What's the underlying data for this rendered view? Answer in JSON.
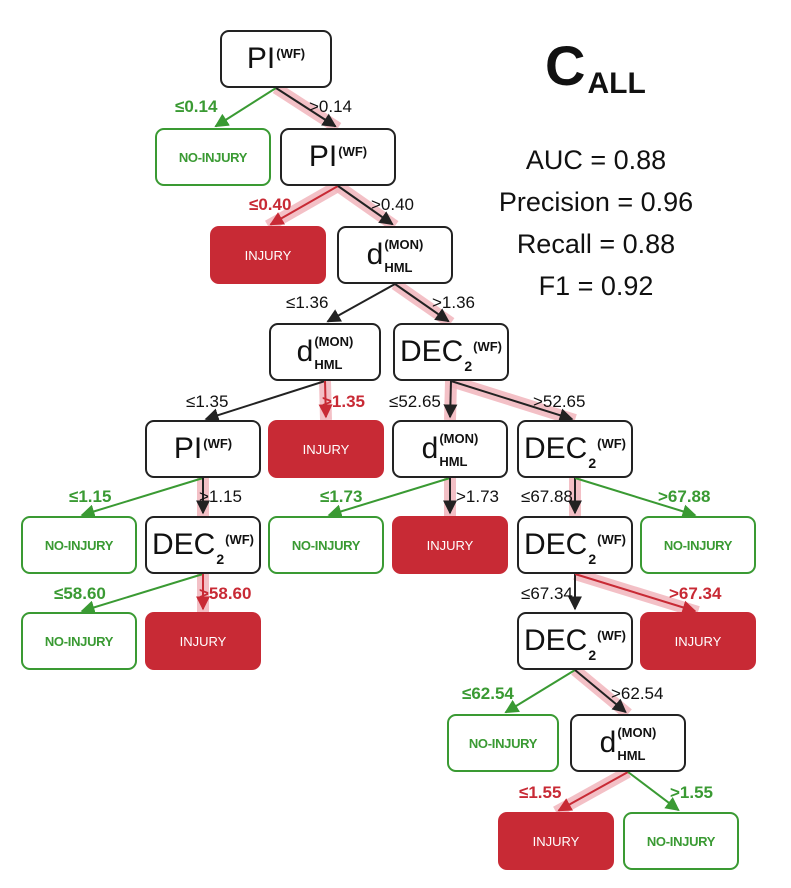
{
  "title": {
    "main": "C",
    "sub": "ALL"
  },
  "metrics": [
    "AUC = 0.88",
    "Precision = 0.96",
    "Recall = 0.88",
    "F1 = 0.92"
  ],
  "leaf_labels": {
    "no_injury": "NO-INJURY",
    "injury": "INJURY"
  },
  "colors": {
    "injury": "#c82a35",
    "no_injury": "#3a9a33",
    "path_highlight": "#f2b6bd",
    "edge": "#222222"
  },
  "nodes": [
    {
      "id": "n1",
      "kind": "split",
      "base": "PI",
      "sup": "(WF)"
    },
    {
      "id": "n2",
      "kind": "no_injury"
    },
    {
      "id": "n3",
      "kind": "split",
      "base": "PI",
      "sup": "(WF)"
    },
    {
      "id": "n4",
      "kind": "injury"
    },
    {
      "id": "n5",
      "kind": "split",
      "base": "d",
      "sup": "(MON)",
      "sub": "HML"
    },
    {
      "id": "n6",
      "kind": "split",
      "base": "d",
      "sup": "(MON)",
      "sub": "HML"
    },
    {
      "id": "n7",
      "kind": "split",
      "base": "DEC",
      "sub": "2",
      "sup": "(WF)"
    },
    {
      "id": "n8",
      "kind": "split",
      "base": "PI",
      "sup": "(WF)"
    },
    {
      "id": "n9",
      "kind": "injury"
    },
    {
      "id": "n10",
      "kind": "split",
      "base": "d",
      "sup": "(MON)",
      "sub": "HML"
    },
    {
      "id": "n11",
      "kind": "split",
      "base": "DEC",
      "sub": "2",
      "sup": "(WF)"
    },
    {
      "id": "n12",
      "kind": "no_injury"
    },
    {
      "id": "n13",
      "kind": "split",
      "base": "DEC",
      "sub": "2",
      "sup": "(WF)"
    },
    {
      "id": "n14",
      "kind": "no_injury"
    },
    {
      "id": "n15",
      "kind": "injury"
    },
    {
      "id": "n16",
      "kind": "split",
      "base": "DEC",
      "sub": "2",
      "sup": "(WF)"
    },
    {
      "id": "n17",
      "kind": "no_injury"
    },
    {
      "id": "n18",
      "kind": "no_injury"
    },
    {
      "id": "n19",
      "kind": "injury"
    },
    {
      "id": "n20",
      "kind": "split",
      "base": "DEC",
      "sub": "2",
      "sup": "(WF)"
    },
    {
      "id": "n21",
      "kind": "injury"
    },
    {
      "id": "n22",
      "kind": "no_injury"
    },
    {
      "id": "n23",
      "kind": "split",
      "base": "d",
      "sup": "(MON)",
      "sub": "HML"
    },
    {
      "id": "n24",
      "kind": "injury"
    },
    {
      "id": "n25",
      "kind": "no_injury"
    }
  ],
  "edges": [
    {
      "from": "n1",
      "to": "n2",
      "label": "≤0.14",
      "tone": "green",
      "highlight": false
    },
    {
      "from": "n1",
      "to": "n3",
      "label": ">0.14",
      "tone": "black",
      "highlight": true
    },
    {
      "from": "n3",
      "to": "n4",
      "label": "≤0.40",
      "tone": "red",
      "highlight": true
    },
    {
      "from": "n3",
      "to": "n5",
      "label": ">0.40",
      "tone": "black",
      "highlight": true
    },
    {
      "from": "n5",
      "to": "n6",
      "label": "≤1.36",
      "tone": "black",
      "highlight": false
    },
    {
      "from": "n5",
      "to": "n7",
      "label": ">1.36",
      "tone": "black",
      "highlight": true
    },
    {
      "from": "n6",
      "to": "n8",
      "label": "≤1.35",
      "tone": "black",
      "highlight": false
    },
    {
      "from": "n6",
      "to": "n9",
      "label": ">1.35",
      "tone": "red",
      "highlight": true
    },
    {
      "from": "n7",
      "to": "n10",
      "label": "≤52.65",
      "tone": "black",
      "highlight": true
    },
    {
      "from": "n7",
      "to": "n11",
      "label": ">52.65",
      "tone": "black",
      "highlight": true
    },
    {
      "from": "n8",
      "to": "n12",
      "label": "≤1.15",
      "tone": "green",
      "highlight": false
    },
    {
      "from": "n8",
      "to": "n13",
      "label": ">1.15",
      "tone": "black",
      "highlight": true
    },
    {
      "from": "n10",
      "to": "n14",
      "label": "≤1.73",
      "tone": "green",
      "highlight": false
    },
    {
      "from": "n10",
      "to": "n15",
      "label": ">1.73",
      "tone": "black",
      "highlight": true
    },
    {
      "from": "n11",
      "to": "n16",
      "label": "≤67.88",
      "tone": "black",
      "highlight": true
    },
    {
      "from": "n11",
      "to": "n17",
      "label": ">67.88",
      "tone": "green",
      "highlight": false
    },
    {
      "from": "n13",
      "to": "n18",
      "label": "≤58.60",
      "tone": "green",
      "highlight": false
    },
    {
      "from": "n13",
      "to": "n19",
      "label": ">58.60",
      "tone": "red",
      "highlight": true
    },
    {
      "from": "n16",
      "to": "n20",
      "label": "≤67.34",
      "tone": "black",
      "highlight": false
    },
    {
      "from": "n16",
      "to": "n21",
      "label": ">67.34",
      "tone": "red",
      "highlight": true
    },
    {
      "from": "n20",
      "to": "n22",
      "label": "≤62.54",
      "tone": "green",
      "highlight": false
    },
    {
      "from": "n20",
      "to": "n23",
      "label": ">62.54",
      "tone": "black",
      "highlight": true
    },
    {
      "from": "n23",
      "to": "n24",
      "label": "≤1.55",
      "tone": "red",
      "highlight": true
    },
    {
      "from": "n23",
      "to": "n25",
      "label": ">1.55",
      "tone": "green",
      "highlight": false
    }
  ]
}
